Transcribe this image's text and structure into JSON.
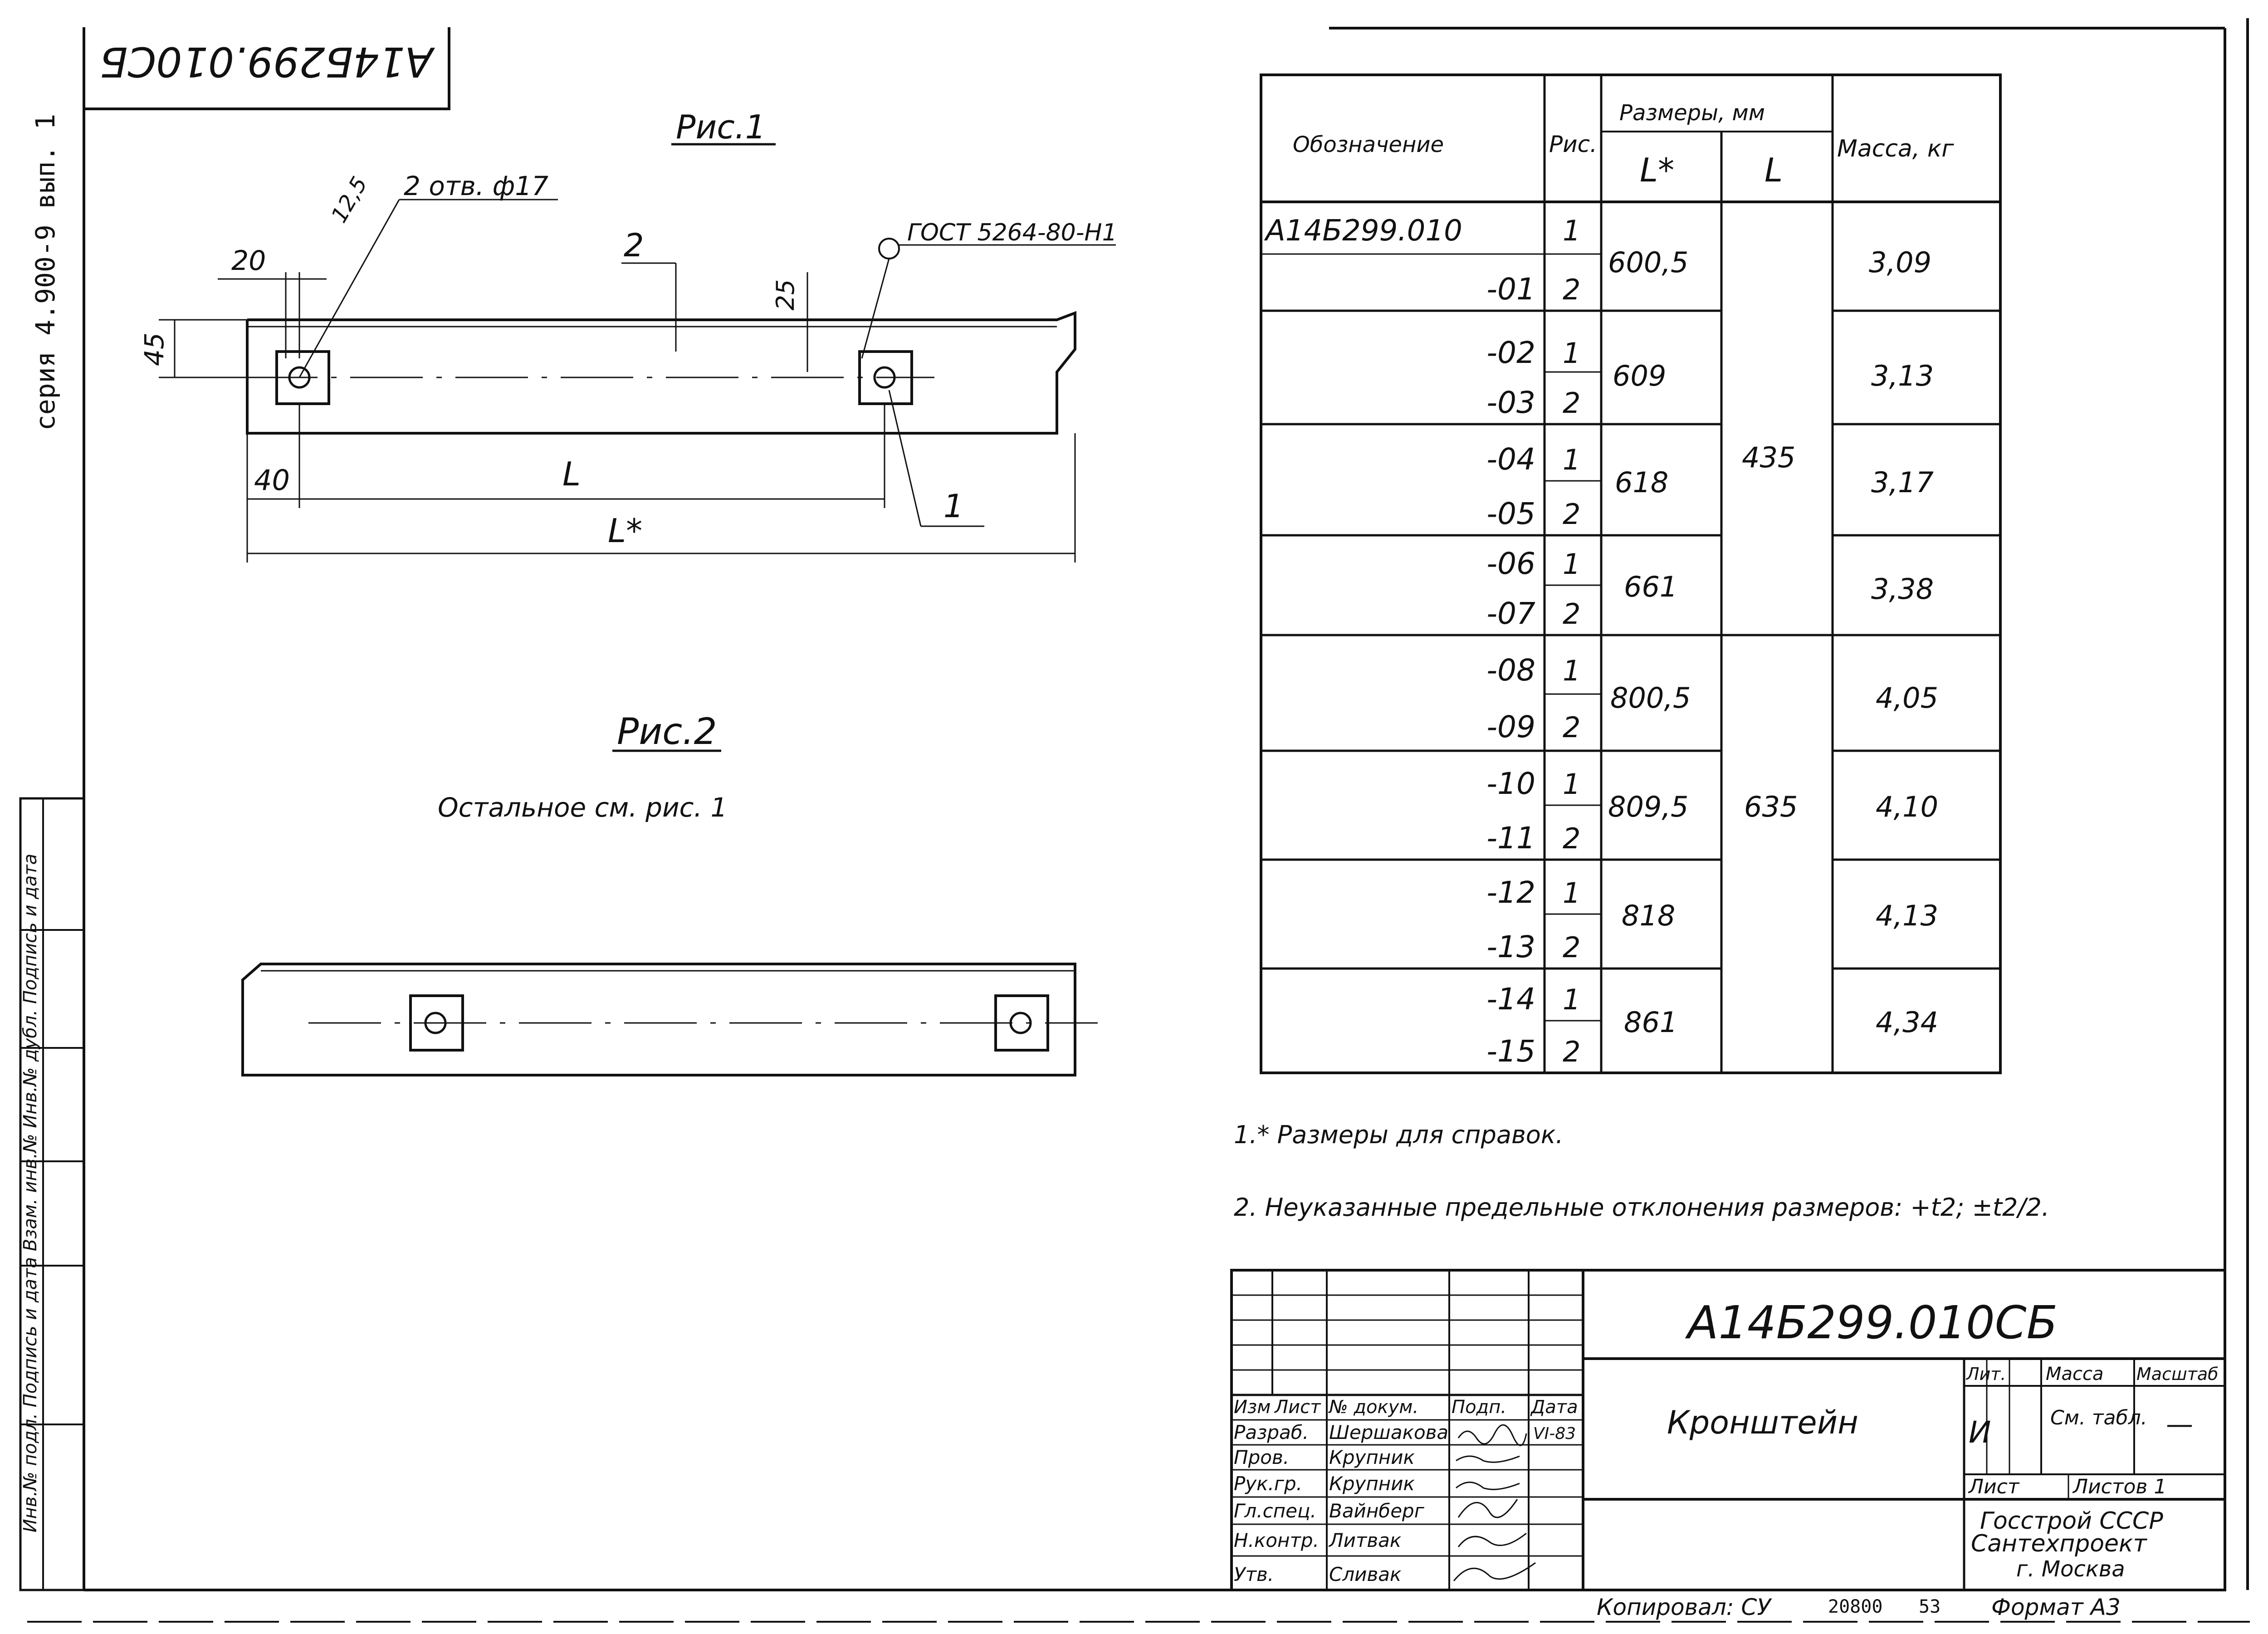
{
  "side_stamp": {
    "code_flipped": "A14Б299.010СБ",
    "series_label": "серия 4.900-9 вып. 1",
    "inventory_strip": "Инв.№ подл. Подпись и дата Взам. инв.№ Инв.№ дубл. Подпись и дата"
  },
  "fig1": {
    "title": "Рис.1",
    "holes_note": "2 отв. ф17",
    "roughness": "12,5",
    "gost_ref": "ГОСТ 5264-80-Н1",
    "dim_20": "20",
    "dim_45": "45",
    "dim_25": "25",
    "dim_40": "40",
    "dim_l": "L",
    "dim_lstar": "L*",
    "pos_2": "2",
    "pos_1": "1"
  },
  "fig2": {
    "title": "Рис.2",
    "note": "Остальное см. рис. 1"
  },
  "table": {
    "header": {
      "designation": "Обозначение",
      "fig": "Рис.",
      "dims": "Размеры, мм",
      "l_star": "L*",
      "l": "L",
      "mass": "Масса, кг"
    },
    "rows": [
      {
        "designation": "A14Б299.010",
        "fig": "1"
      },
      {
        "designation": "-01",
        "fig": "2"
      },
      {
        "designation": "-02",
        "fig": "1"
      },
      {
        "designation": "-03",
        "fig": "2"
      },
      {
        "designation": "-04",
        "fig": "1"
      },
      {
        "designation": "-05",
        "fig": "2"
      },
      {
        "designation": "-06",
        "fig": "1"
      },
      {
        "designation": "-07",
        "fig": "2"
      },
      {
        "designation": "-08",
        "fig": "1"
      },
      {
        "designation": "-09",
        "fig": "2"
      },
      {
        "designation": "-10",
        "fig": "1"
      },
      {
        "designation": "-11",
        "fig": "2"
      },
      {
        "designation": "-12",
        "fig": "1"
      },
      {
        "designation": "-13",
        "fig": "2"
      },
      {
        "designation": "-14",
        "fig": "1"
      },
      {
        "designation": "-15",
        "fig": "2"
      }
    ],
    "lstar_groups": [
      "600,5",
      "609",
      "618",
      "661",
      "800,5",
      "809,5",
      "818",
      "861"
    ],
    "l_groups": [
      "435",
      "635"
    ],
    "mass_groups": [
      "3,09",
      "3,13",
      "3,17",
      "3,38",
      "4,05",
      "4,10",
      "4,13",
      "4,34"
    ]
  },
  "notes": [
    "1.* Размеры для справок.",
    "2. Неуказанные предельные отклонения размеров: +t2; ±t2/2."
  ],
  "title_block": {
    "code": "A14Б299.010СБ",
    "name": "Кронштейн",
    "lit_label": "Лит.",
    "lit_value": "И",
    "mass_label": "Масса",
    "mass_value": "См. табл.",
    "scale_label": "Масштаб",
    "scale_value": "—",
    "sheet_label": "Лист",
    "sheets_label": "Листов 1",
    "org_line1": "Госстрой СССР",
    "org_line2": "Сантехпроект",
    "org_line3": "г. Москва",
    "col_headers": [
      "Изм",
      "Лист",
      "№ докум.",
      "Подп.",
      "Дата"
    ],
    "roles": [
      {
        "role": "Разраб.",
        "name": "Шершакова",
        "date": "VI-83"
      },
      {
        "role": "Пров.",
        "name": "Крупник",
        "date": ""
      },
      {
        "role": "Рук.гр.",
        "name": "Крупник",
        "date": ""
      },
      {
        "role": "Гл.спец.",
        "name": "Вайнберг",
        "date": ""
      },
      {
        "role": "Н.контр.",
        "name": "Литвак",
        "date": ""
      },
      {
        "role": "Утв.",
        "name": "Сливак",
        "date": ""
      }
    ]
  },
  "footer": {
    "copied": "Копировал: СУ",
    "number": "20800",
    "number2": "53",
    "format": "Формат А3"
  }
}
